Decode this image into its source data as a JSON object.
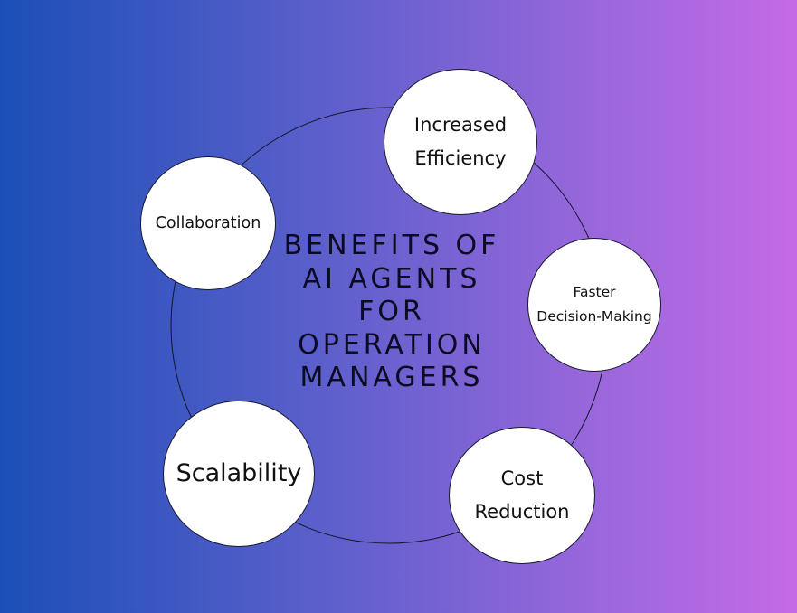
{
  "title_lines": [
    "BENEFITS OF",
    "AI AGENTS",
    "FOR",
    "OPERATION",
    "MANAGERS"
  ],
  "nodes": [
    {
      "id": "efficiency",
      "label": "Increased\nEfficiency"
    },
    {
      "id": "decision",
      "label": "Faster\nDecision-Making"
    },
    {
      "id": "cost",
      "label": "Cost\nReduction"
    },
    {
      "id": "scalability",
      "label": "Scalability"
    },
    {
      "id": "collaboration",
      "label": "Collaboration"
    }
  ],
  "colors": {
    "gradient_start": "#1b4fb7",
    "gradient_end": "#c56ae6",
    "node_fill": "#ffffff",
    "text": "#111111"
  }
}
